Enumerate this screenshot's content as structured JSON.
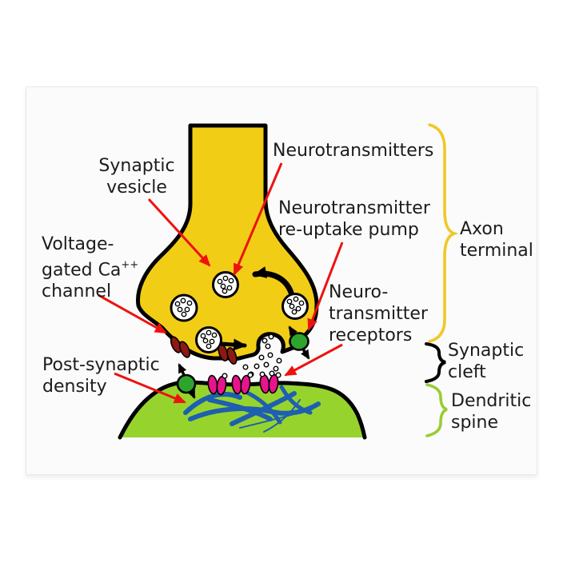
{
  "labels": {
    "synaptic_vesicle": {
      "line1": "Synaptic",
      "line2": "vesicle"
    },
    "neurotransmitters": {
      "line1": "Neurotransmitters"
    },
    "reuptake_pump": {
      "line1": "Neurotransmitter",
      "line2": "re-uptake pump"
    },
    "voltage_gated_ca_channel": {
      "line1": "Voltage-",
      "line2": "gated Ca",
      "line2_sup": "++",
      "line3": "channel"
    },
    "post_synaptic_density": {
      "line1": "Post-synaptic",
      "line2": "density"
    },
    "neurotransmitter_receptors": {
      "line1": "Neuro-",
      "line2": "transmitter",
      "line3": "receptors"
    },
    "axon_terminal": {
      "line1": "Axon",
      "line2": "terminal"
    },
    "synaptic_cleft": {
      "line1": "Synaptic",
      "line2": "cleft"
    },
    "dendritic_spine": {
      "line1": "Dendritic",
      "line2": "spine"
    }
  },
  "colors": {
    "axon_fill": "#F2CD16",
    "dendrite_fill": "#96D42D",
    "vesicle_fill": "#FFFFFF",
    "ca_channel": "#8C1914",
    "receptor": "#E8148C",
    "pump_green": "#2DA52D",
    "psd_filament": "#1E5FAF",
    "arrow_red": "#EE120F",
    "brace_axon": "#F0C828",
    "brace_cleft": "#000000",
    "brace_dendrite": "#9ACB35",
    "outline": "#000000"
  }
}
